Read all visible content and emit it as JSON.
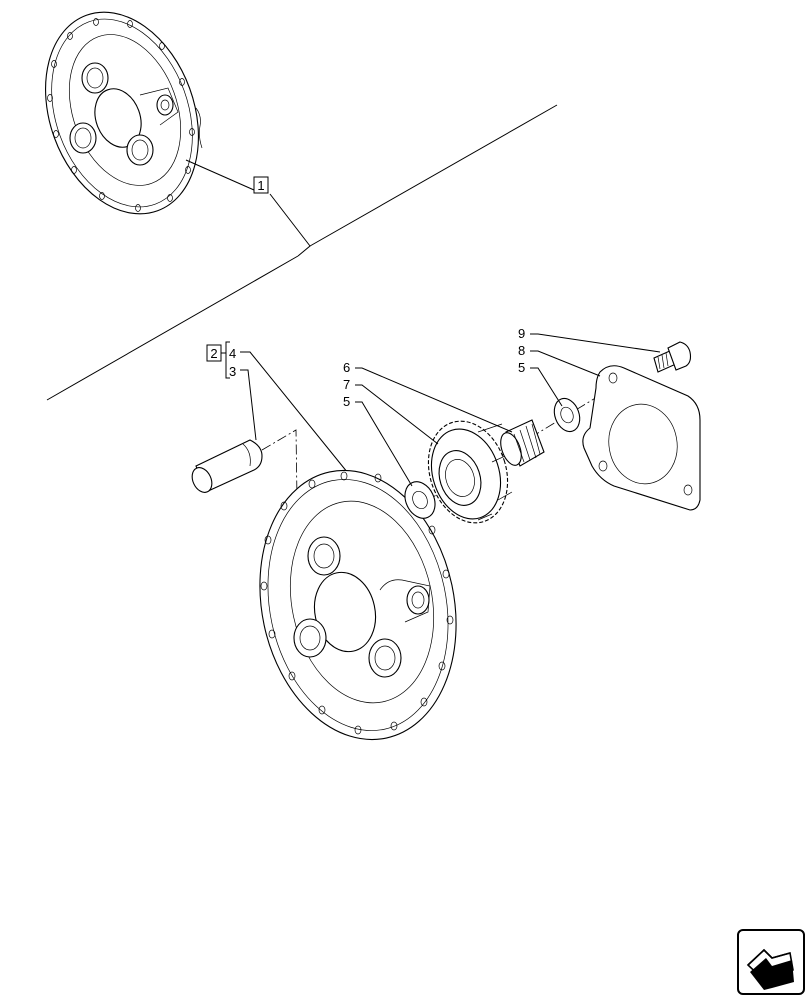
{
  "group_labels": {
    "group_1": "1",
    "group_2": "2"
  },
  "callouts": {
    "c9": "9",
    "c8": "8",
    "c5_washer_right": "5",
    "c6": "6",
    "c7": "7",
    "c5_washer_left": "5",
    "c4": "4",
    "c3": "3"
  },
  "icons": {
    "nav": "next-page-arrow-icon"
  }
}
